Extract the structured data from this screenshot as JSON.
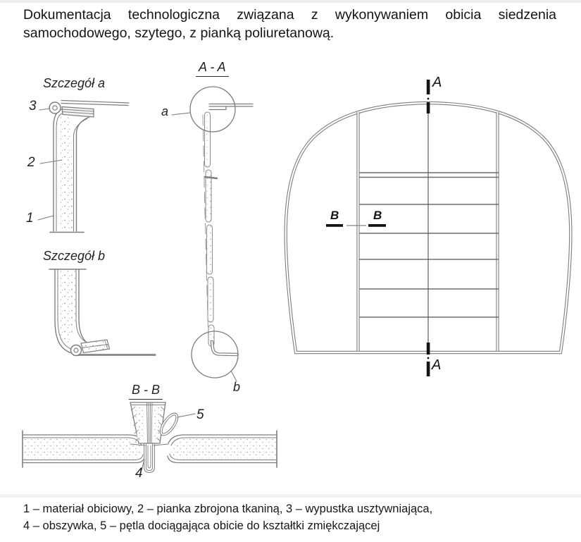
{
  "title": {
    "line1": "Dokumentacja technologiczna związana z wykonywaniem obicia siedzenia",
    "line2": "samochodowego, szytego, z pianką poliuretanową."
  },
  "legend": {
    "line1": "1 – materiał obiciowy, 2 – pianka zbrojona tkaniną, 3 – wypustka usztywniająca,",
    "line2": "4 – obszywka, 5 – pętla dociągająca obicie do kształtki zmiękczającej"
  },
  "figures": {
    "detail_a": {
      "title": "Szczegół a",
      "part_3": "3",
      "part_2": "2",
      "part_1": "1"
    },
    "detail_b": {
      "title": "Szczegół b"
    },
    "section_aa": {
      "title": "A - A",
      "callout_a": "a",
      "callout_b": "b"
    },
    "section_bb": {
      "title": "B - B",
      "part_4": "4",
      "part_5": "5"
    },
    "seat_view": {
      "section_a_top": "A",
      "section_a_bottom": "A",
      "section_b_left": "B",
      "section_b_right": "B"
    }
  },
  "colors": {
    "line": "#7d7d7d",
    "text": "#161616",
    "section_mark": "#141414",
    "stipple": "#9b9b9b"
  }
}
